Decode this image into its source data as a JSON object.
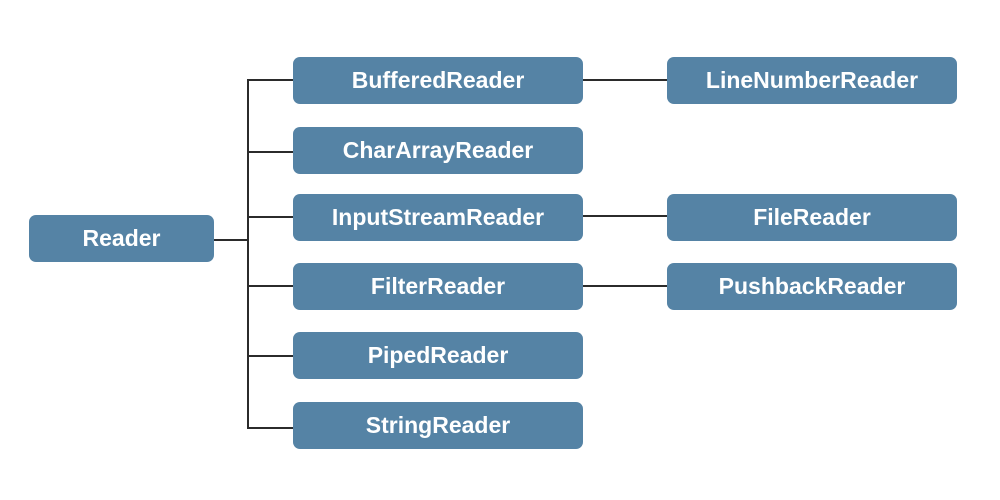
{
  "root": {
    "label": "Reader"
  },
  "subclasses": [
    {
      "label": "BufferedReader"
    },
    {
      "label": "CharArrayReader"
    },
    {
      "label": "InputStreamReader"
    },
    {
      "label": "FilterReader"
    },
    {
      "label": "PipedReader"
    },
    {
      "label": "StringReader"
    }
  ],
  "sub_subclasses": [
    {
      "label": "LineNumberReader",
      "parent": "BufferedReader"
    },
    {
      "label": "FileReader",
      "parent": "InputStreamReader"
    },
    {
      "label": "PushbackReader",
      "parent": "FilterReader"
    }
  ]
}
